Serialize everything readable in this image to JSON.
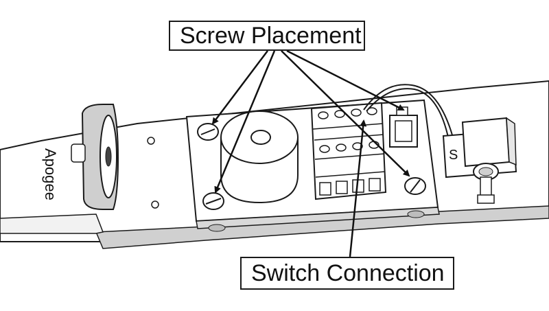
{
  "callouts": {
    "screw_placement": "Screw Placement",
    "switch_connection": "Switch Connection"
  },
  "brand": {
    "logo_text": "Apogee"
  },
  "panel": {
    "marking_text": "S"
  },
  "colors": {
    "outline": "#1a1a1a",
    "board_shadow": "#d9d9d9",
    "rail_shadow": "#c8c8c8",
    "background": "#ffffff"
  }
}
